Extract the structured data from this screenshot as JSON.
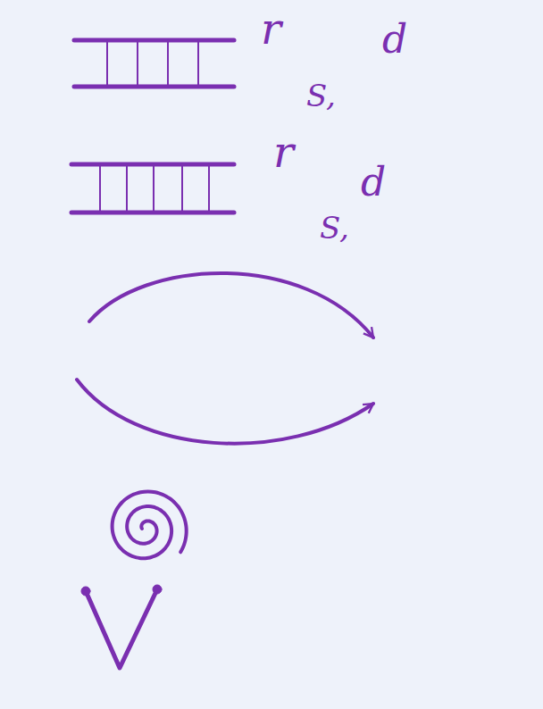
{
  "diagram": {
    "labels": [
      "r",
      "d",
      "S,",
      "r",
      "d",
      "S,"
    ]
  }
}
